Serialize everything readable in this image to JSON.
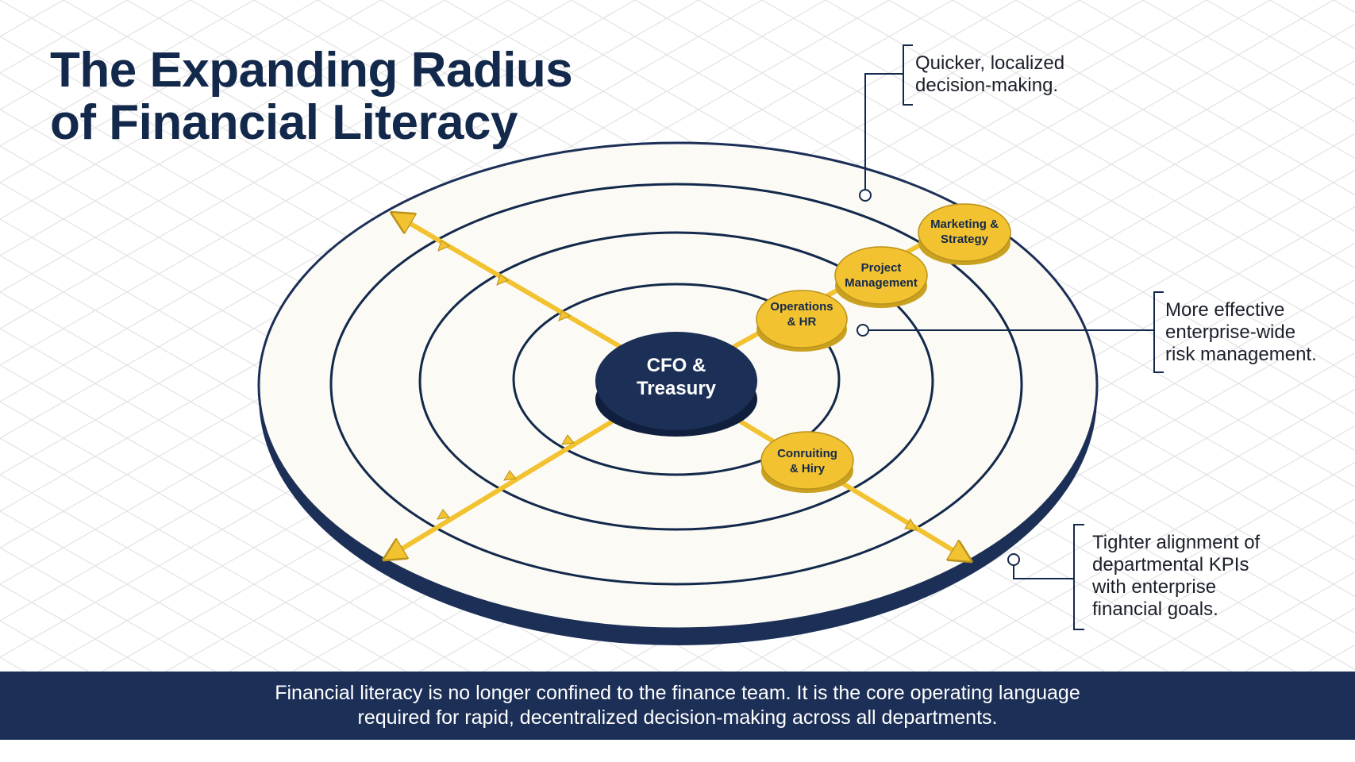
{
  "title": {
    "line1": "The Expanding Radius",
    "line2": "of Financial Literacy"
  },
  "center": {
    "line1": "CFO &",
    "line2": "Treasury"
  },
  "nodes": [
    {
      "line1": "Operations",
      "line2": "& HR"
    },
    {
      "line1": "Project",
      "line2": "Management"
    },
    {
      "line1": "Marketing &",
      "line2": "Strategy"
    },
    {
      "line1": "Conruiting",
      "line2": "& Hiry"
    }
  ],
  "callouts": {
    "top": {
      "line1": "Quicker, localized",
      "line2": "decision-making."
    },
    "middle": {
      "line1": "More effective",
      "line2": "enterprise-wide",
      "line3": "risk management."
    },
    "bottom": {
      "line1": "Tighter alignment of",
      "line2": "departmental KPIs",
      "line3": "with enterprise",
      "line4": "financial goals."
    }
  },
  "footer": {
    "line1": "Financial literacy is no longer confined to the finance team. It is the core operating language",
    "line2": "required for rapid, decentralized decision-making across all departments."
  },
  "colors": {
    "navy": "#1c2f57",
    "gold": "#f2c230",
    "gold_side": "#caa020",
    "disc": "#fbfaf4",
    "grid": "#e6e6e6"
  }
}
